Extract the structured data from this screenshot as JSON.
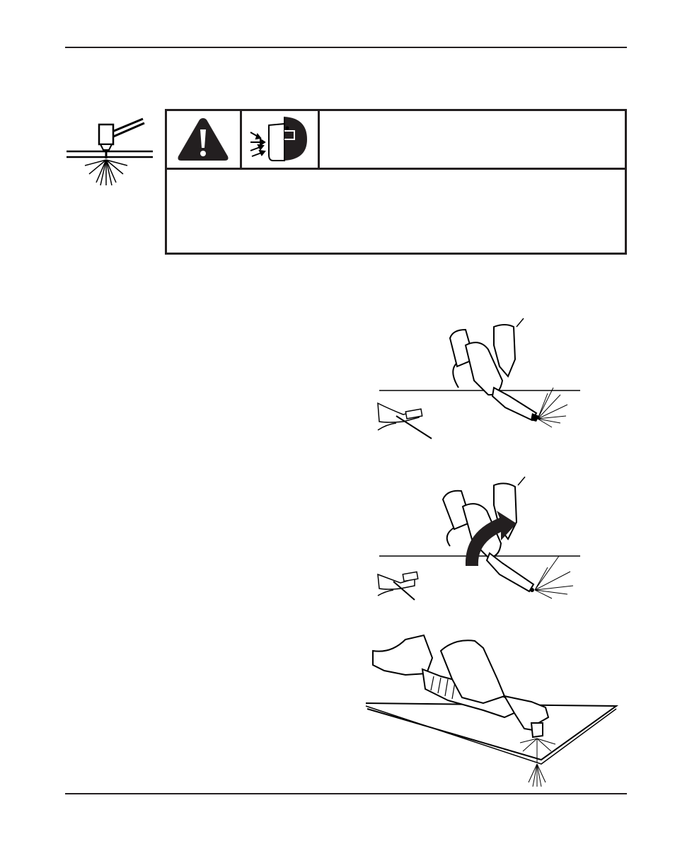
{
  "page": {
    "warning": {
      "title": "",
      "body": "",
      "icons": [
        "plasma-arc-torch-icon",
        "warning-triangle-icon",
        "face-shield-icon"
      ]
    },
    "figures": [
      {
        "name": "torch-tilted-start"
      },
      {
        "name": "torch-rotate-to-vertical"
      },
      {
        "name": "torch-piercing-at-edge"
      }
    ]
  }
}
